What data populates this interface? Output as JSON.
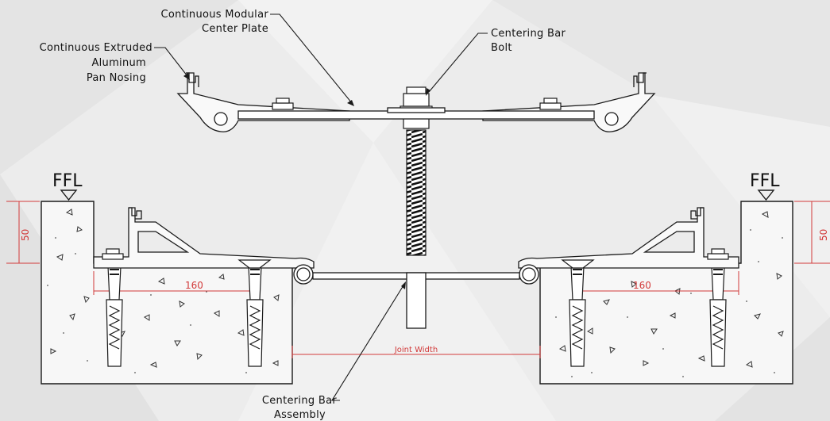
{
  "labels": {
    "center_plate_line1": "Continuous Modular",
    "center_plate_line2": "Center Plate",
    "nosing_line1": "Continuous Extruded",
    "nosing_line2": "Aluminum",
    "nosing_line3": "Pan Nosing",
    "bolt_line1": "Centering Bar",
    "bolt_line2": "Bolt",
    "assembly_line1": "Centering Bar",
    "assembly_line2": "Assembly"
  },
  "levels": {
    "left": "FFL",
    "right": "FFL"
  },
  "dimensions": {
    "left_depth": "50",
    "right_depth": "50",
    "left_embed": "160",
    "right_embed": "160",
    "joint_width": "Joint Width"
  },
  "colors": {
    "line": "#1a1a1a",
    "dimension": "#d23a3a",
    "background": "#ececec"
  }
}
